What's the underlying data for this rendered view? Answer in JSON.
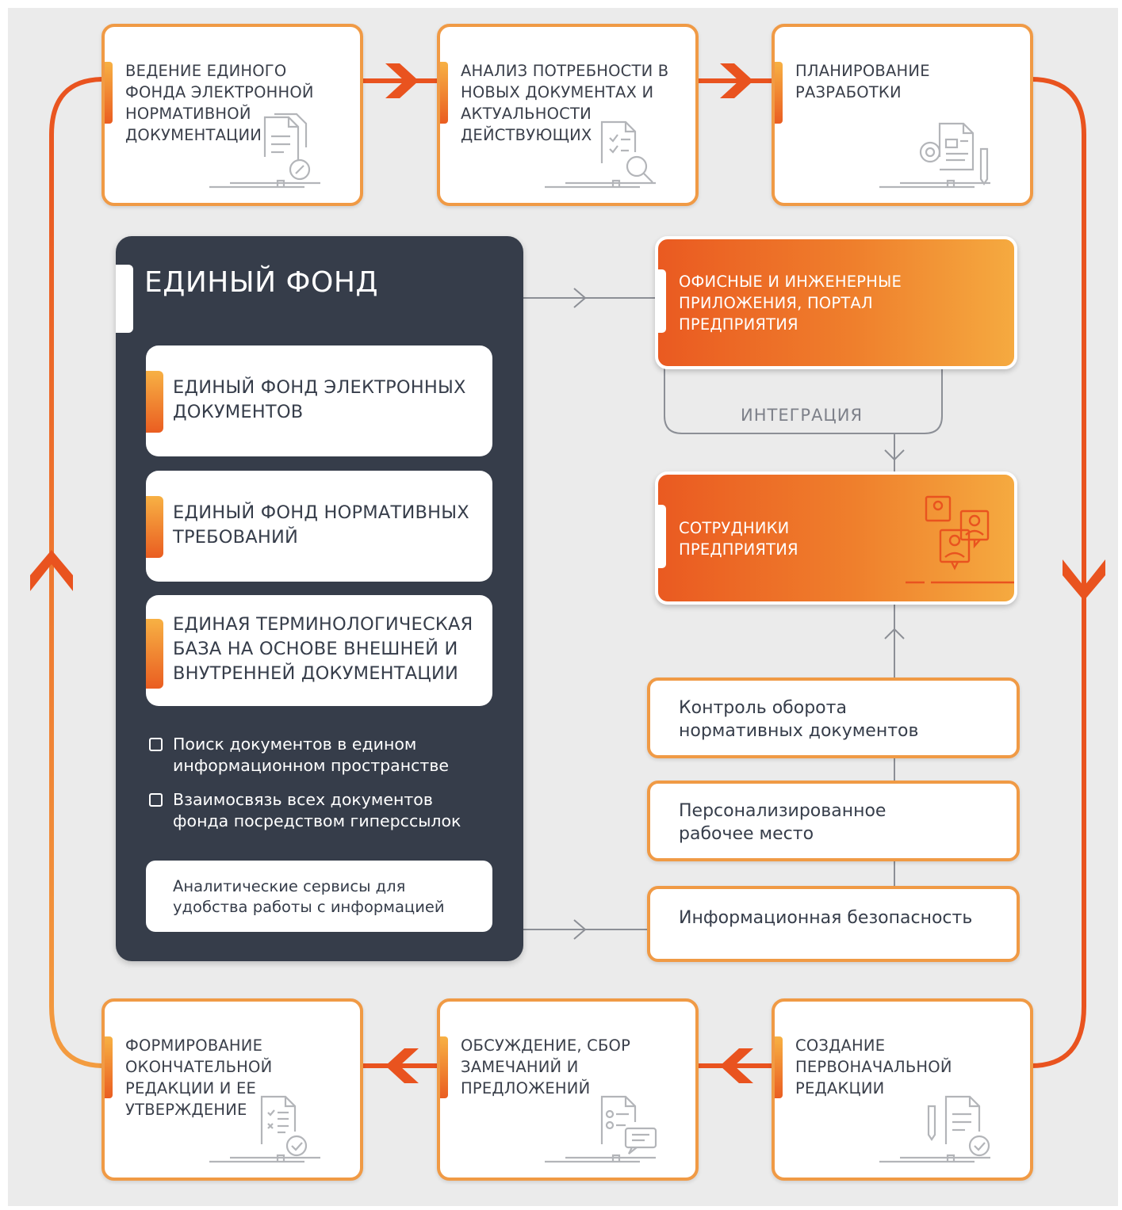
{
  "steps": [
    {
      "text": "Ведение единого фонда электронной нормативной документации",
      "icon": "document-link-icon"
    },
    {
      "text": "Анализ потребности в новых документах и актуальности действующих",
      "icon": "document-search-icon"
    },
    {
      "text": "Планирование разработки",
      "icon": "document-gear-pencil-icon"
    },
    {
      "text": "Создание первоначальной редакции",
      "icon": "document-pencil-check-icon"
    },
    {
      "text": "Обсуждение, сбор замечаний и предложений",
      "icon": "document-comment-icon"
    },
    {
      "text": "Формирование окончательной редакции и ее утверждение",
      "icon": "checklist-check-icon"
    }
  ],
  "fond": {
    "title": "Единый фонд",
    "cards": [
      {
        "text": "Единый фонд электронных документов"
      },
      {
        "text": "Единый фонд нормативных требований"
      },
      {
        "text": "Единая терминологическая база на основе внешней и внутренней документации"
      }
    ],
    "bullets": [
      {
        "text": "Поиск документов в едином информационном пространстве"
      },
      {
        "text": "Взаимосвязь всех документов фонда посредством гиперссылок"
      }
    ],
    "analytics": "Аналитические сервисы для удобства работы с информацией"
  },
  "apps": {
    "text": "Офисные и инженерные приложения, портал предприятия"
  },
  "integration_label": "ИНТЕГРАЦИЯ",
  "employees": {
    "text": "Сотрудники предприятия",
    "icon": "people-profiles-icon"
  },
  "features": [
    {
      "text": "Контроль оборота нормативных документов"
    },
    {
      "text": "Персонализированное рабочее место"
    },
    {
      "text": "Информационная безопасность"
    }
  ],
  "colors": {
    "orange_dark": "#ea5a21",
    "orange_light": "#f5aa40",
    "navy": "#363d4a",
    "background": "#ebebeb",
    "connector": "#8c8f96"
  }
}
